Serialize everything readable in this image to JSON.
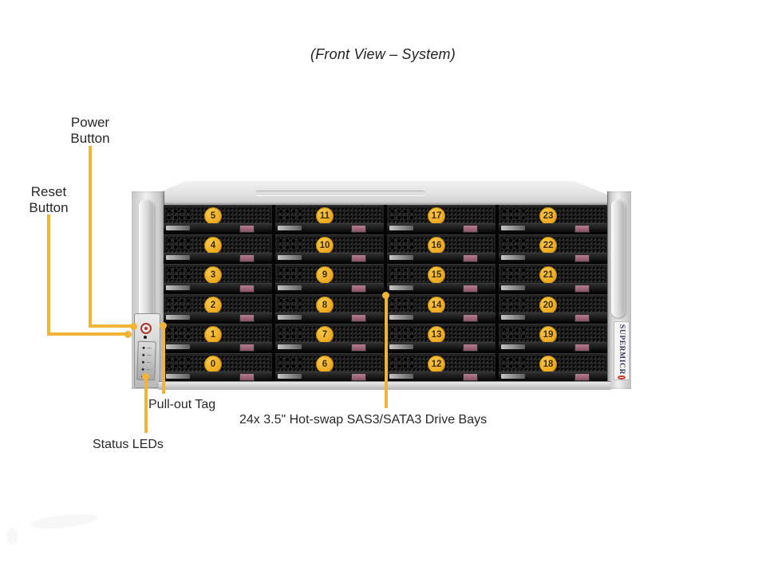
{
  "title": "(Front View – System)",
  "callouts": {
    "power_button": {
      "lines": [
        "Power",
        "Button"
      ]
    },
    "reset_button": {
      "lines": [
        "Reset",
        "Button"
      ]
    },
    "pull_out_tag": {
      "label": "Pull-out Tag"
    },
    "status_leds": {
      "label": "Status LEDs"
    },
    "drive_bays": {
      "label": "24x 3.5\" Hot-swap SAS3/SATA3 Drive Bays"
    }
  },
  "chassis": {
    "brand_text": "SUPERMICR",
    "brand_logo": "O",
    "bay_columns": [
      [
        "5",
        "4",
        "3",
        "2",
        "1",
        "0"
      ],
      [
        "11",
        "10",
        "9",
        "8",
        "7",
        "6"
      ],
      [
        "17",
        "16",
        "15",
        "14",
        "13",
        "12"
      ],
      [
        "23",
        "22",
        "21",
        "20",
        "19",
        "18"
      ]
    ]
  },
  "colors": {
    "callout_line": "#F2B437",
    "badge_fill": "#F0AD24",
    "badge_border": "#BD8810",
    "badge_text": "#3F2D02",
    "latch_pink": "#B37E8E",
    "brand_navy": "#34355C",
    "logo_red": "#C63B28"
  }
}
